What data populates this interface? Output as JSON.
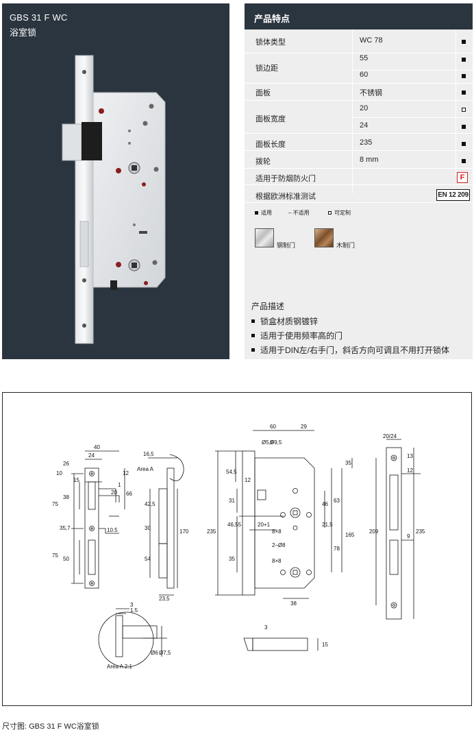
{
  "product": {
    "code": "GBS 31 F WC",
    "name": "浴室锁"
  },
  "features": {
    "header": "产品特点",
    "rows": [
      {
        "label": "锁体类型",
        "value": "WC 78",
        "mark": "standard"
      },
      {
        "label": "锁边距",
        "value": "55",
        "mark": "standard"
      },
      {
        "label": "",
        "value": "60",
        "mark": "standard"
      },
      {
        "label": "面板",
        "value": "不锈钢",
        "mark": "standard"
      },
      {
        "label": "面板宽度",
        "value": "20",
        "mark": "optional"
      },
      {
        "label": "",
        "value": "24",
        "mark": "standard"
      },
      {
        "label": "面板长度",
        "value": "235",
        "mark": "standard"
      },
      {
        "label": "拨轮",
        "value": "8 mm",
        "mark": "standard"
      }
    ],
    "fire_door": {
      "label": "适用于防烟防火门",
      "badge": "F"
    },
    "eu_standard": {
      "label": "根据欧洲标准测试",
      "badge": "EN 12 209"
    },
    "legend": {
      "standard": "适用",
      "not_applicable": "– 不适用",
      "optional": "可定制"
    },
    "doors": {
      "steel": "钢制门",
      "wood": "木制门"
    }
  },
  "description": {
    "title": "产品描述",
    "items": [
      "锁盒材质钢镀锌",
      "适用于使用频率高的门",
      "适用于DIN左/右手门，斜舌方向可调且不用打开锁体"
    ]
  },
  "drawing": {
    "front_view": {
      "d40": "40",
      "d24": "24",
      "d10": "10",
      "d26": "26",
      "d12": "12",
      "d15": "15",
      "d20": "20",
      "d1": "1",
      "d66": "66",
      "d75a": "75",
      "d38": "38",
      "d35_7": "35,7",
      "d10_5": "10.5",
      "d75b": "75",
      "d50": "50"
    },
    "side_view": {
      "d16_5": "16,5",
      "area": "Area A",
      "d42_5": "42,5",
      "d30": "30",
      "d170": "170",
      "d54": "54",
      "d23_5": "23,5"
    },
    "body_view": {
      "d60": "60",
      "d29": "29",
      "d5_5": "Ø5,5",
      "d9_5": "Ø9,5",
      "d54_5": "54,5",
      "d35": "35",
      "d12": "12",
      "d31": "31",
      "d46": "46",
      "d63": "63",
      "d235": "235",
      "d46_55": "46,55",
      "d20_1": "20+1",
      "d8x8a": "8×8",
      "d21_5": "21,5",
      "d165": "165",
      "d2_8": "2–Ø8",
      "d78": "78",
      "d35b": "35",
      "d8x8b": "8×8",
      "d38": "38"
    },
    "plate_view": {
      "d20_24": "20/24",
      "d13": "13",
      "d12": "12",
      "d209": "209",
      "d9": "9",
      "d235": "235"
    },
    "detail_view": {
      "d3": "3",
      "d1_5": "1.5",
      "d6": "Ø6",
      "d7_5": "Ø7,5",
      "label": "Area A 2:1"
    },
    "bolt_view": {
      "d3": "3",
      "d15": "15"
    }
  },
  "caption": "尺寸图:  GBS 31 F WC浴室锁"
}
